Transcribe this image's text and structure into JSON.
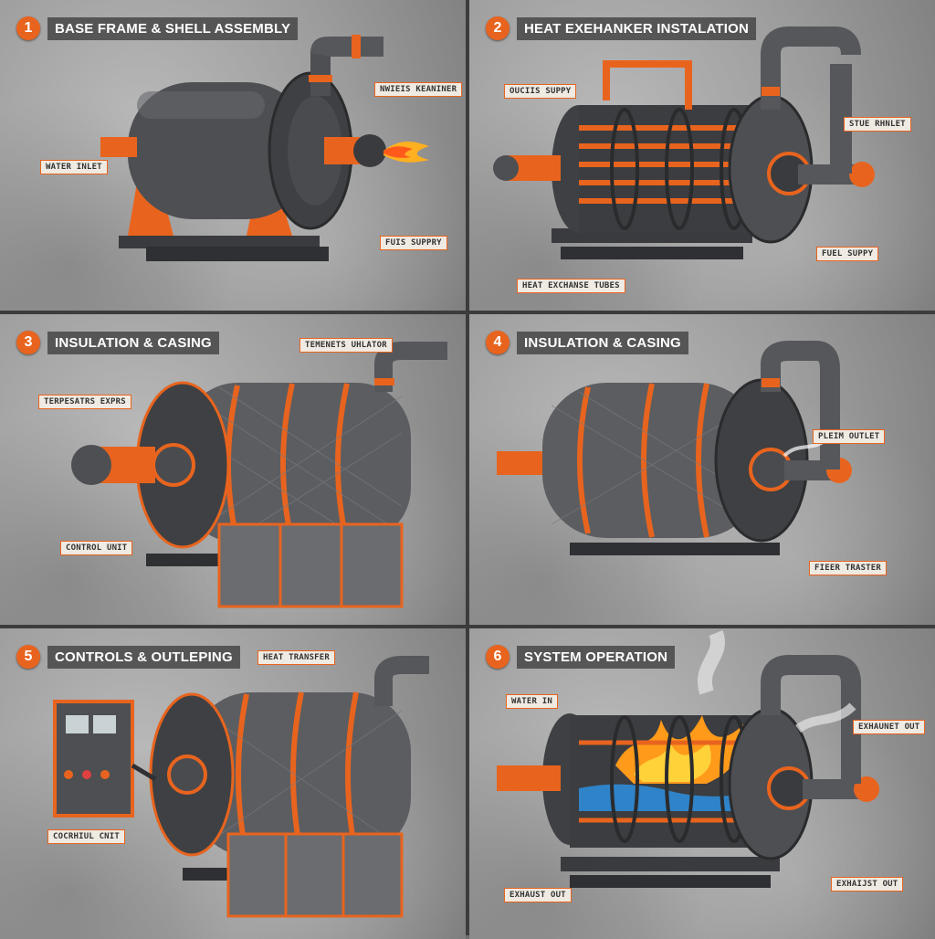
{
  "colors": {
    "accent": "#e8641e",
    "steel": "#4d4f52",
    "steel_dark": "#2f3033",
    "background": "#9c9c9c"
  },
  "panels": [
    {
      "number": "1",
      "title": "BASE FRAME & SHELL ASSEMBLY",
      "callouts": {
        "water_inlet": "WATER INLET",
        "burner": "NWIEIS KEANINER",
        "fuel": "FUIS SUPPRY"
      }
    },
    {
      "number": "2",
      "title": "HEAT EXEHANKER INSTALATION",
      "callouts": {
        "supply": "OUCIIS SUPPY",
        "outlet": "STUE RHNLET",
        "fuel": "FUEL SUPPY",
        "tubes": "HEAT EXCHANSE TUBES"
      }
    },
    {
      "number": "3",
      "title": "INSULATION & CASING",
      "callouts": {
        "temp_sensor": "TERPESATRS EXPRS",
        "insulator": "TEMENETS UHLATOR",
        "control": "CONTROL UNIT"
      }
    },
    {
      "number": "4",
      "title": "INSULATION & CASING",
      "callouts": {
        "outlet": "PLEIM OUTLET",
        "transfer": "FIEER TRASTER"
      }
    },
    {
      "number": "5",
      "title": "CONTROLS & OUTLEPING",
      "callouts": {
        "heat_transfer": "HEAT TRANSFER",
        "control": "COCRHIUL CNIT"
      }
    },
    {
      "number": "6",
      "title": "SYSTEM OPERATION",
      "callouts": {
        "water_in": "WATER IN",
        "exhaust_top": "EXHAUNET OUT",
        "exhaust_left": "EXHAUST OUT",
        "exhaust_right": "EXHAIJST OUT"
      }
    }
  ]
}
